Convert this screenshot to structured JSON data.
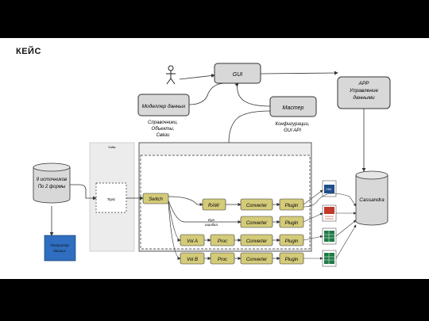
{
  "slide": {
    "title": "КЕЙС"
  },
  "nodes": {
    "gui": "GUI",
    "app_line1": "APP",
    "app_line2": "Управление",
    "app_line3": "данными",
    "modeller": "Моделлер данных",
    "modeller_note_line1": "Справочники,",
    "modeller_note_line2": "Объекты,",
    "modeller_note_line3": "Связи",
    "master": "Мастер",
    "master_note_line1": "Конфигурации,",
    "master_note_line2": "GUI API",
    "sources_line1": "9 источников",
    "sources_line2": "По 2 формы",
    "cassandra": "Cassandra",
    "kafka_title": "Kafka",
    "topic": "Topic",
    "switch": "Switch",
    "raw": "RAW",
    "vol_a": "Vol A",
    "vol_b": "Vol B",
    "proc_a": "Proc",
    "proc_b": "Proc",
    "converter": "Converter",
    "plugin": "Plugin",
    "error_label_line1": "Ерн",
    "error_label_line2": "ошибка",
    "generator_line1": "Генератор",
    "generator_line2": "данных"
  },
  "colors": {
    "box_fill": "#d8d8d8",
    "stage_fill": "#d4cb7a",
    "generator_fill": "#2f6ec0",
    "excel_green": "#1f7a45",
    "pdf_red": "#c0392b",
    "xml_blue": "#1f4e8c",
    "panel_fill": "#ececec"
  },
  "icons": [
    "person-icon",
    "xml-file-icon",
    "pdf-file-icon",
    "excel-file-icon",
    "excel-file-icon",
    "excel-file-icon"
  ]
}
